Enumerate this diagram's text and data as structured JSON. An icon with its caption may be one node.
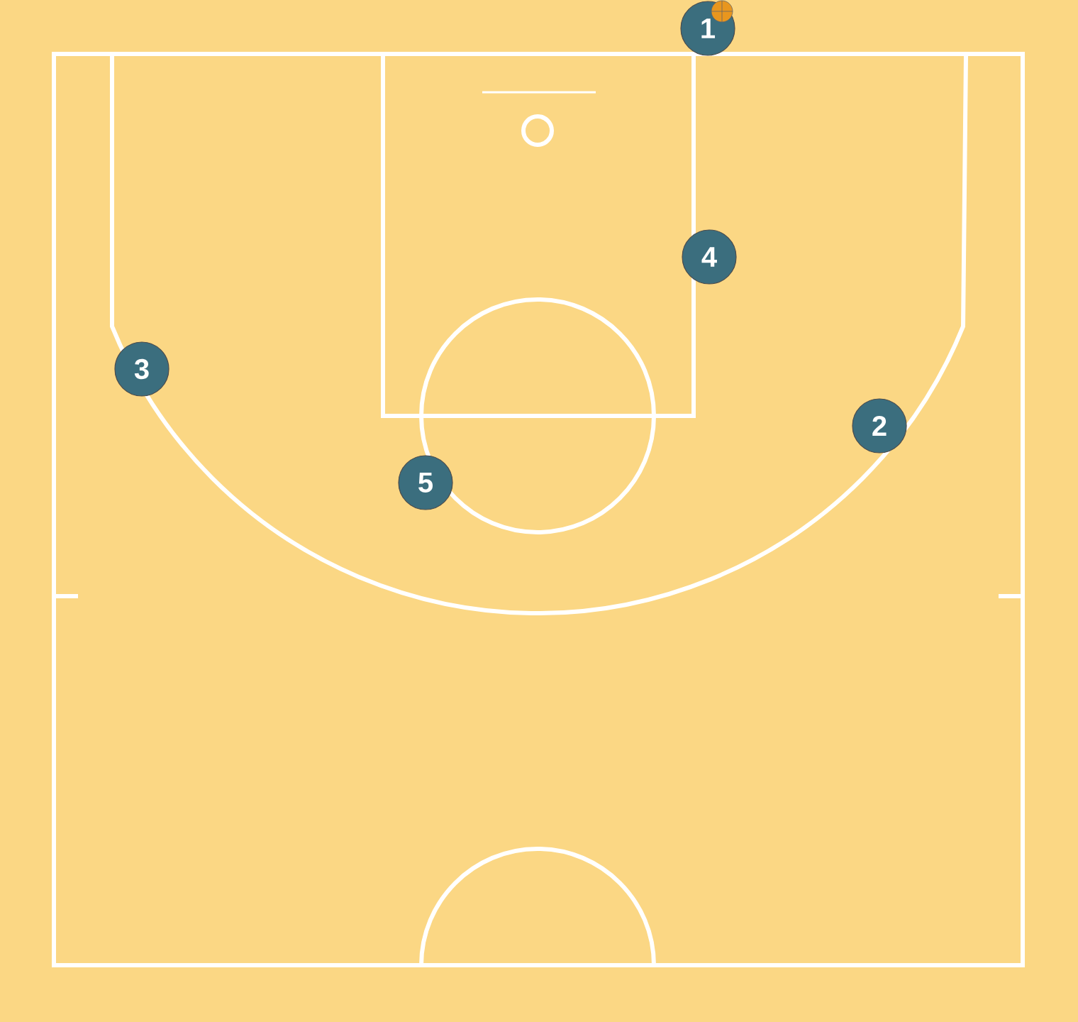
{
  "diagram": {
    "nodes": [
      {
        "text": [
          "1"
        ]
      },
      {
        "text": [
          "4"
        ]
      },
      {
        "text": [
          "3"
        ]
      },
      {
        "text": [
          "2"
        ]
      },
      {
        "text": [
          "5"
        ]
      }
    ]
  }
}
